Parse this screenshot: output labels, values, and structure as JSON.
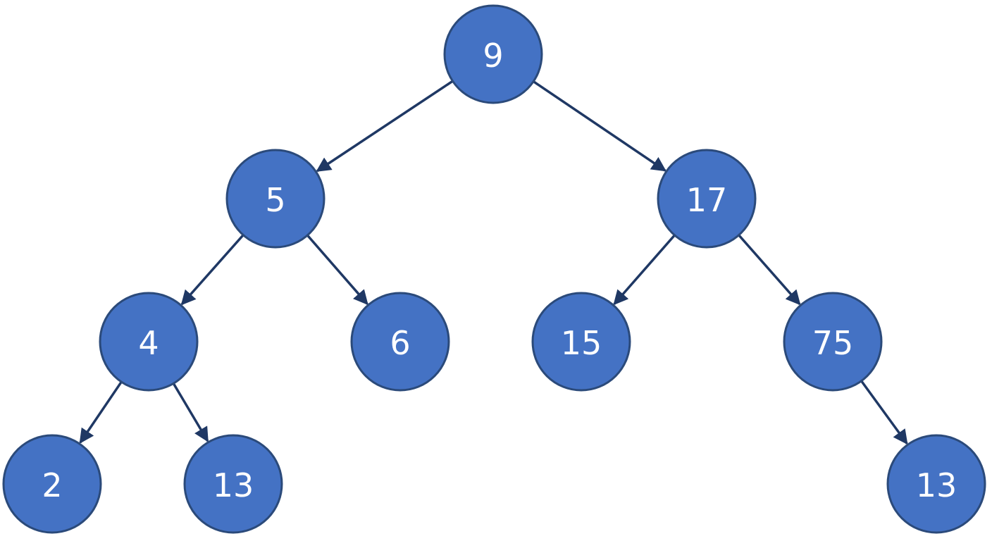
{
  "colors": {
    "node_fill": "#4472c4",
    "node_stroke": "#2b4a7a",
    "edge": "#1f3864",
    "label": "#ffffff",
    "background": "#ffffff"
  },
  "nodes": [
    {
      "id": "n9",
      "label": "9"
    },
    {
      "id": "n5",
      "label": "5"
    },
    {
      "id": "n17",
      "label": "17"
    },
    {
      "id": "n4",
      "label": "4"
    },
    {
      "id": "n6",
      "label": "6"
    },
    {
      "id": "n15",
      "label": "15"
    },
    {
      "id": "n75",
      "label": "75"
    },
    {
      "id": "n2",
      "label": "2"
    },
    {
      "id": "n13a",
      "label": "13"
    },
    {
      "id": "n13b",
      "label": "13"
    }
  ],
  "edges": [
    {
      "from": "n9",
      "to": "n5"
    },
    {
      "from": "n9",
      "to": "n17"
    },
    {
      "from": "n5",
      "to": "n4"
    },
    {
      "from": "n5",
      "to": "n6"
    },
    {
      "from": "n17",
      "to": "n15"
    },
    {
      "from": "n17",
      "to": "n75"
    },
    {
      "from": "n4",
      "to": "n2"
    },
    {
      "from": "n4",
      "to": "n13a"
    },
    {
      "from": "n75",
      "to": "n13b"
    }
  ]
}
